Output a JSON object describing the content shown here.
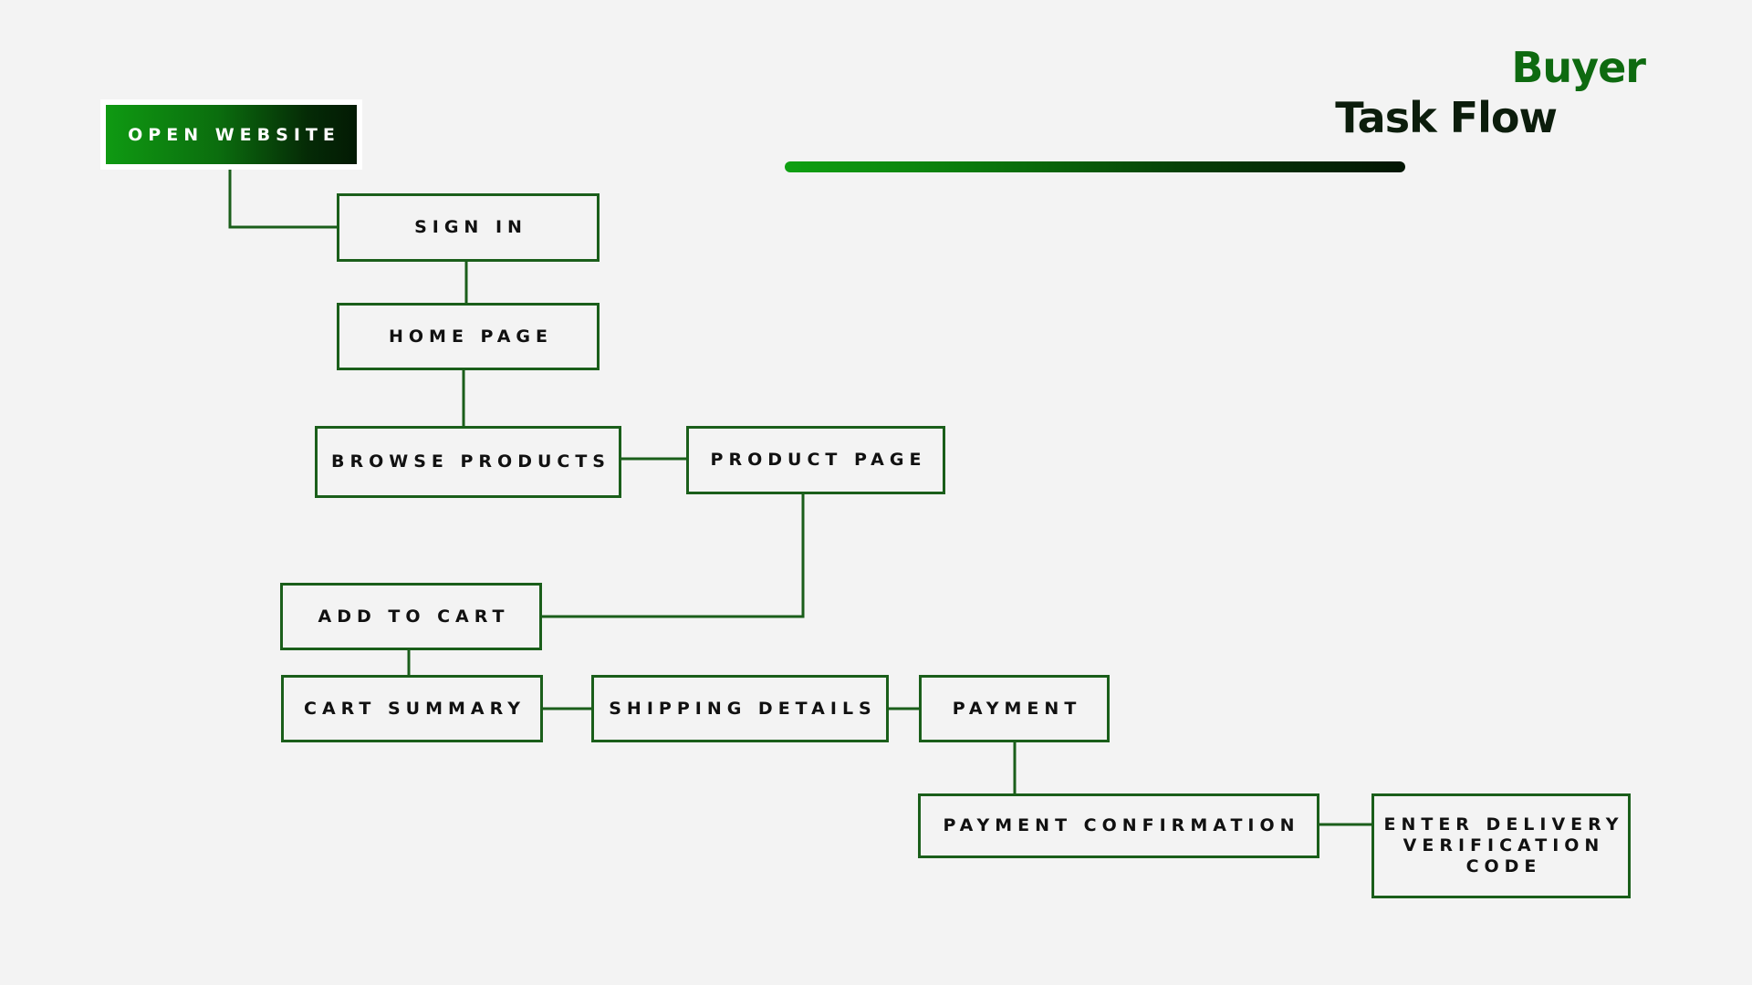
{
  "title": {
    "line1": "Buyer",
    "line2": "Task Flow"
  },
  "colors": {
    "brand_green": "#0e6a10",
    "dark_green": "#0c1d0c",
    "node_border": "#1a5e1a",
    "background": "#f3f3f3"
  },
  "nodes": {
    "open_website": "OPEN WEBSITE",
    "sign_in": "SIGN IN",
    "home_page": "HOME PAGE",
    "browse_products": "BROWSE PRODUCTS",
    "product_page": "PRODUCT PAGE",
    "add_to_cart": "ADD TO CART",
    "cart_summary": "CART SUMMARY",
    "shipping_details": "SHIPPING DETAILS",
    "payment": "PAYMENT",
    "payment_confirmation": "PAYMENT CONFIRMATION",
    "enter_delivery": {
      "line1": "ENTER DELIVERY",
      "line2": "VERIFICATION",
      "line3": "CODE"
    }
  }
}
